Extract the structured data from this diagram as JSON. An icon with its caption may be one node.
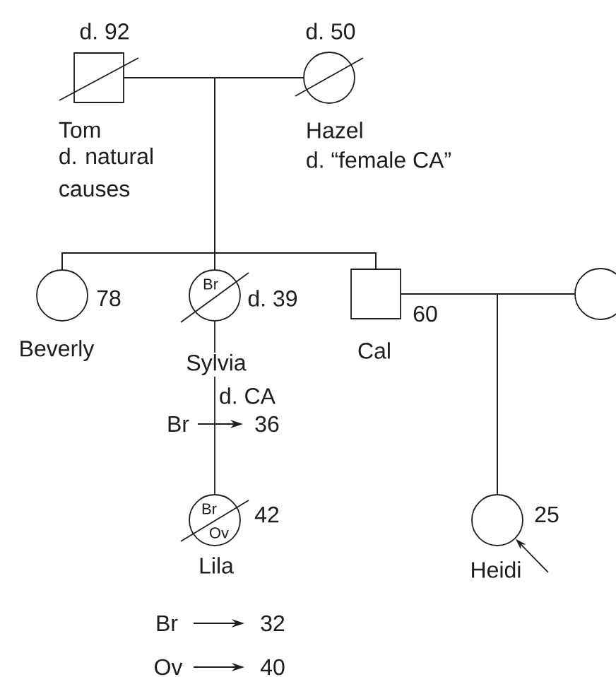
{
  "diagram": {
    "nodes": [
      {
        "text": [],
        "shape": "box",
        "beside": [
          "d. 92",
          "Tom",
          "d. natural causes"
        ]
      },
      {
        "text": [],
        "shape": "circle",
        "beside": [
          "d. 50",
          "Hazel",
          "d. “female CA”"
        ]
      },
      {
        "text": [],
        "shape": "circle",
        "beside": [
          "78",
          "Beverly"
        ]
      },
      {
        "text": [
          "Br"
        ],
        "beside": [
          "d. 39",
          "Sylvia",
          "d. CA",
          "Br",
          "36"
        ]
      },
      {
        "text": [],
        "shape": "box",
        "beside": [
          "60",
          "Cal"
        ]
      },
      {
        "text": [],
        "shape": "circle"
      },
      {
        "text": [
          "Br",
          "Ov"
        ],
        "beside": [
          "42",
          "Lila",
          "Br",
          "32",
          "Ov",
          "40"
        ]
      },
      {
        "text": [],
        "shape": "circle",
        "beside": [
          "25",
          "Heidi"
        ]
      }
    ],
    "edges": [
      {
        "from": 0,
        "to": 1,
        "arrow": "none"
      },
      {
        "from": 0,
        "to": 2,
        "arrow": "none"
      },
      {
        "from": 0,
        "to": 3,
        "arrow": "none"
      },
      {
        "from": 0,
        "to": 4,
        "arrow": "none"
      },
      {
        "from": 1,
        "to": 2,
        "arrow": "none"
      },
      {
        "from": 1,
        "to": 3,
        "arrow": "none"
      },
      {
        "from": 1,
        "to": 4,
        "arrow": "none"
      },
      {
        "from": 3,
        "to": 6,
        "arrow": "none"
      },
      {
        "from": 4,
        "to": 5,
        "arrow": "none"
      },
      {
        "from": 4,
        "to": 7,
        "arrow": "none"
      },
      {
        "from": 5,
        "to": 7,
        "arrow": "none"
      },
      {
        "from": null,
        "to": 7,
        "arrow": "to"
      }
    ]
  }
}
